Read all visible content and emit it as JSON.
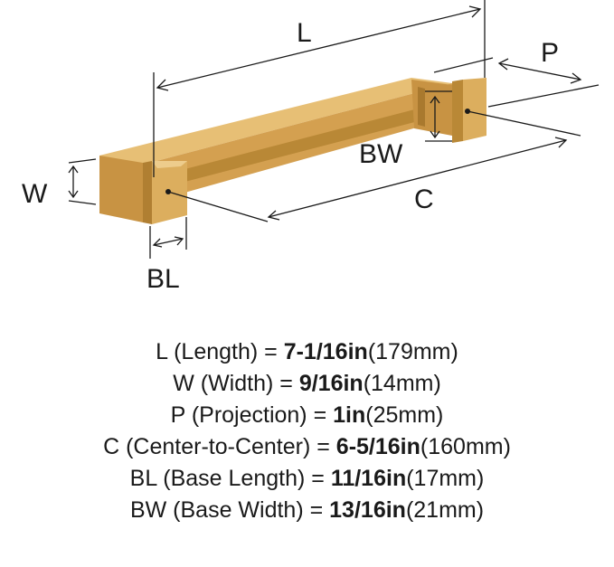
{
  "diagram": {
    "labels": {
      "L": "L",
      "P": "P",
      "BW": "BW",
      "W": "W",
      "C": "C",
      "BL": "BL"
    },
    "colors": {
      "brass": "#d4a050",
      "brass_light": "#e7bf75",
      "brass_dark": "#a9792e",
      "line": "#1a1a1a"
    }
  },
  "specs": [
    {
      "symbol": "L",
      "name": "(Length) = ",
      "value_imperial": "7-1/16in",
      "value_metric": "(179mm)"
    },
    {
      "symbol": "W",
      "name": "(Width) = ",
      "value_imperial": "9/16in",
      "value_metric": "(14mm)"
    },
    {
      "symbol": "P",
      "name": "(Projection) = ",
      "value_imperial": "1in",
      "value_metric": "(25mm)"
    },
    {
      "symbol": "C",
      "name": "(Center-to-Center) = ",
      "value_imperial": "6-5/16in",
      "value_metric": "(160mm)"
    },
    {
      "symbol": "BL",
      "name": "(Base Length) = ",
      "value_imperial": "11/16in",
      "value_metric": "(17mm)"
    },
    {
      "symbol": "BW",
      "name": "(Base Width) = ",
      "value_imperial": "13/16in",
      "value_metric": "(21mm)"
    }
  ]
}
